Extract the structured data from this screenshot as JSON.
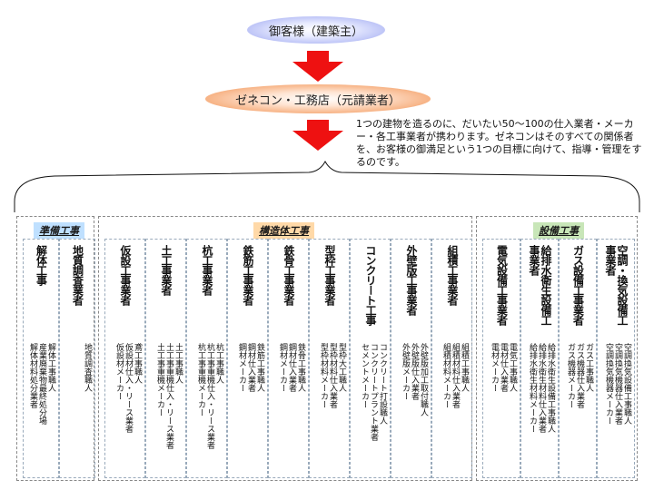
{
  "client_label": "御客様（建築主）",
  "contractor_label": "ゼネコン・工務店（元請業者）",
  "description": "1つの建物を造るのに、だいたい50～100の仕入業者・メーカー・各工事業者が携わります。ゼネコンはそのすべての関係者を、お客様の御満足という1つの目標に向けて、指導・管理をするのです。",
  "colors": {
    "client_pill": "#9aa4f0",
    "contractor_pill": "#f08a45",
    "arrow": "#ee1111",
    "prep_title_bg": "#bfe0ff",
    "struct_title_bg": "#ffd9a8",
    "equip_title_bg": "#c8e6b8"
  },
  "groups": [
    {
      "title": "準備工事",
      "columns": [
        {
          "title": "解体工事",
          "items": [
            "解体工事職人",
            "産業廃棄物最終処分場",
            "解体材料処分業者"
          ]
        },
        {
          "title": "地質調査業者",
          "items": [
            "地質調査職人"
          ]
        }
      ]
    },
    {
      "title": "構造体工事",
      "columns": [
        {
          "title": "仮設工事業者",
          "items": [
            "鳶工事職人",
            "仮設材仕入・リース業者",
            "仮設材メーカー"
          ]
        },
        {
          "title": "土工事業者",
          "items": [
            "土工事職人",
            "土工事重機仕入・リース業者",
            "土工事重機メーカー"
          ]
        },
        {
          "title": "杭工事業者",
          "items": [
            "杭工事職人",
            "杭工事重機仕入・リース業者",
            "杭工事重機メーカー"
          ]
        },
        {
          "title": "鉄筋工事業者",
          "items": [
            "鉄筋工事職人",
            "鋼材仕入業者",
            "鋼材メーカー"
          ]
        },
        {
          "title": "鉄骨工事業者",
          "items": [
            "鉄骨工事職人",
            "鋼材仕入業者",
            "鋼材メーカー"
          ]
        },
        {
          "title": "型枠工事業者",
          "items": [
            "型枠大工職人",
            "型枠材料仕入業者",
            "型枠材料メーカー"
          ]
        },
        {
          "title": "コンクリート工事",
          "items": [
            "コンクリート打設職人",
            "コンクリートプラント業者",
            "セメントメーカー"
          ]
        },
        {
          "title": "外壁版工事業者",
          "items": [
            "外壁版加工取付職人",
            "外壁版仕入業者",
            "外壁版メーカー"
          ]
        },
        {
          "title": "組積工事業者",
          "items": [
            "組積工事職人",
            "組積材料仕入業者",
            "組積材料メーカー"
          ]
        }
      ]
    },
    {
      "title": "設備工事",
      "columns": [
        {
          "title": "電気設備工事業者",
          "items": [
            "電気工事職人",
            "電材仕入業者",
            "電材メーカー"
          ]
        },
        {
          "title": "給排水衛生設備工事業者",
          "items": [
            "給排水衛生設備工事職人",
            "給排水衛生材料仕入業者",
            "給排水衛生材料メーカー"
          ]
        },
        {
          "title": "ガス設備工事業者",
          "items": [
            "ガス工事職人",
            "ガス機器仕入業者",
            "ガス機器メーカー"
          ]
        },
        {
          "title": "空調・換気設備工事業者",
          "items": [
            "空調換気設備工事職人",
            "空調換気機器仕入業者",
            "空調換気機器メーカー"
          ]
        }
      ]
    }
  ]
}
